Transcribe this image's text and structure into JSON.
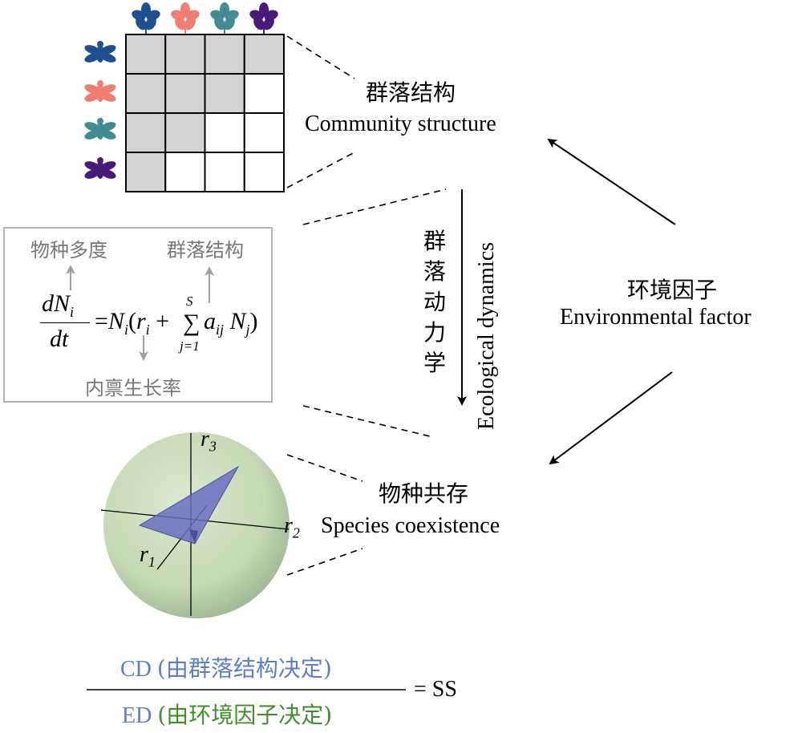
{
  "community": {
    "zh": "群落结构",
    "en": "Community structure"
  },
  "environment": {
    "zh": "环境因子",
    "en": "Environmental factor"
  },
  "coexistence": {
    "zh": "物种共存",
    "en": "Species coexistence"
  },
  "dynamics": {
    "zh": [
      "群",
      "落",
      "动",
      "力",
      "学"
    ],
    "en": "Ecological dynamics"
  },
  "equation": {
    "top_left": "物种多度",
    "top_right": "群落结构",
    "bottom": "内禀生长率"
  },
  "sphere": {
    "r1": "r",
    "r1_sub": "1",
    "r2": "r",
    "r2_sub": "2",
    "r3": "r",
    "r3_sub": "3"
  },
  "fraction": {
    "numerator_abbr": "CD",
    "numerator_zh": "(由群落结构决定)",
    "denominator_abbr": "ED",
    "denominator_zh": "(由环境因子决定)",
    "result": "= SS"
  },
  "colors": {
    "navy": "#1f4f8f",
    "salmon": "#f07c72",
    "teal": "#3f8c94",
    "purple": "#4a1a7a",
    "grid_fill": "#d3d3d3",
    "sphere_fill": "#c5dcb6",
    "triangle_fill": "#6a6fc0"
  },
  "interaction_matrix": [
    [
      1,
      1,
      1,
      1
    ],
    [
      1,
      1,
      1,
      0
    ],
    [
      1,
      1,
      0,
      0
    ],
    [
      1,
      0,
      0,
      0
    ]
  ]
}
